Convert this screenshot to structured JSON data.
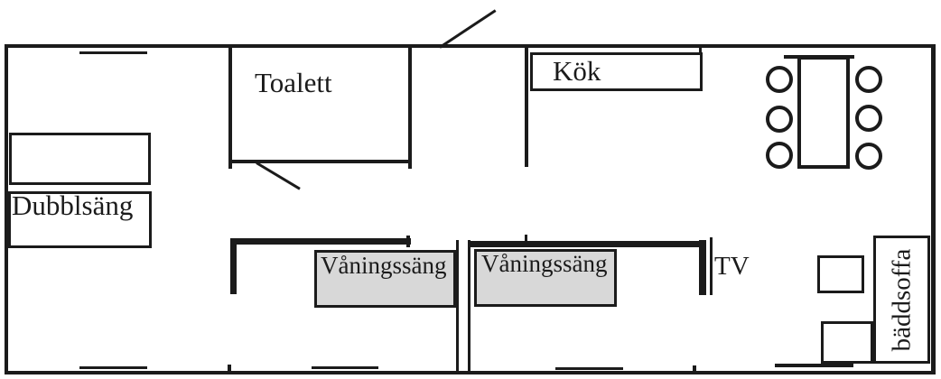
{
  "labels": {
    "toilet": "Toalett",
    "kitchen": "Kök",
    "double_bed": "Dubblsäng",
    "bunk_bed_1": "Våningssäng",
    "bunk_bed_2": "Våningssäng",
    "tv": "TV",
    "sofa_bed": "bäddsoffa"
  },
  "colors": {
    "ink": "#1b1b1b",
    "bunk_bed_fill": "#d8d8d8",
    "background": "#ffffff"
  }
}
